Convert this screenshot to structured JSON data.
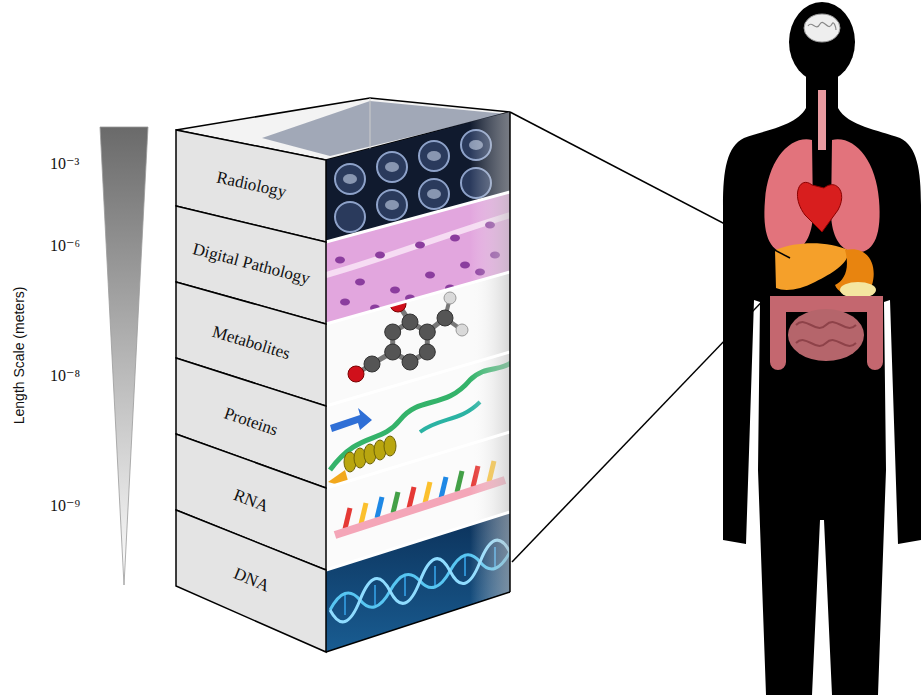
{
  "diagram": {
    "nodes": [
      {
        "text": [
          "Radiology"
        ]
      },
      {
        "text": [
          "Digital Pathology"
        ]
      },
      {
        "text": [
          "Metabolites"
        ]
      },
      {
        "text": [
          "Proteins"
        ]
      },
      {
        "text": [
          "RNA"
        ]
      },
      {
        "text": [
          "DNA"
        ]
      }
    ],
    "labels": [
      "10⁻³",
      "10⁻⁶",
      "10⁻⁸",
      "10⁻⁹",
      "Length Scale (meters)"
    ]
  }
}
